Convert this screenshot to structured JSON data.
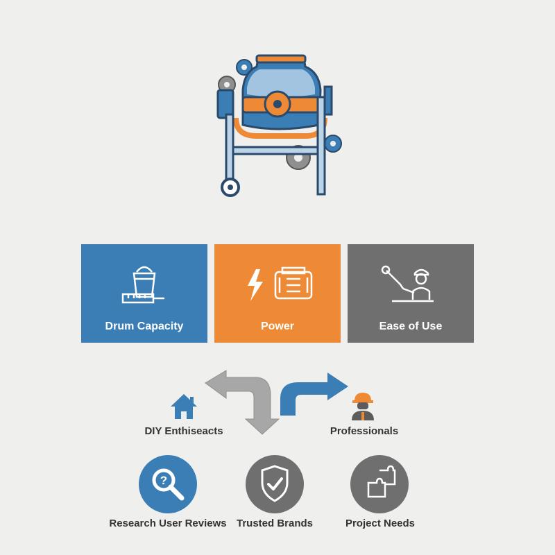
{
  "colors": {
    "background": "#efefed",
    "blue": "#3b7db5",
    "orange": "#ee8a35",
    "gray": "#6f6f6f",
    "light_gray": "#a7a7a7",
    "text": "#333333"
  },
  "hero": {
    "icon": "cement-mixer-icon"
  },
  "tiles": [
    {
      "label": "Drum Capacity",
      "icon": "bucket-measure-icon",
      "color": "#3b7db5"
    },
    {
      "label": "Power",
      "icon": "lightning-motor-icon",
      "color": "#ee8a35"
    },
    {
      "label": "Ease of Use",
      "icon": "worker-wrench-icon",
      "color": "#6f6f6f"
    }
  ],
  "audiences": [
    {
      "label": "DIY Enthiseacts",
      "icon": "house-icon"
    },
    {
      "label": "Professionals",
      "icon": "hard-hat-worker-icon"
    }
  ],
  "steps": [
    {
      "label": "Research User Reviews",
      "icon": "magnifier-question-icon",
      "color": "#3b7db5"
    },
    {
      "label": "Trusted Brands",
      "icon": "shield-check-icon",
      "color": "#6f6f6f"
    },
    {
      "label": "Project Needs",
      "icon": "puzzle-icon",
      "color": "#6f6f6f"
    }
  ]
}
